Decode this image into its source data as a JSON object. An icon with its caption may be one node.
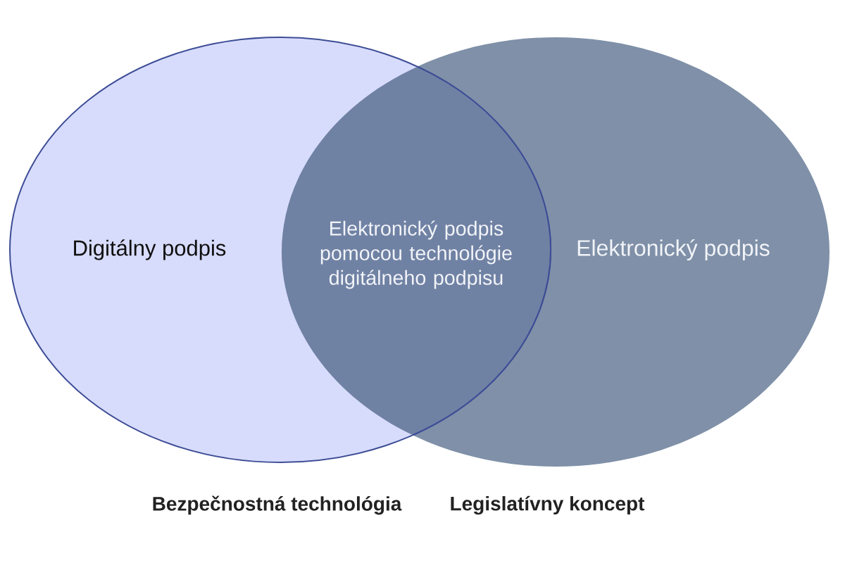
{
  "diagram": {
    "nodes": [
      {
        "text": [
          "Digitálny podpis"
        ],
        "beside": [
          "Bezpečnostná technológia"
        ]
      },
      {
        "text": [
          "Elektronický podpis pomocou technológie digitálneho podpisu"
        ]
      },
      {
        "text": [
          "Elektronický podpis"
        ],
        "beside": [
          "Legislatívny koncept"
        ]
      }
    ]
  }
}
